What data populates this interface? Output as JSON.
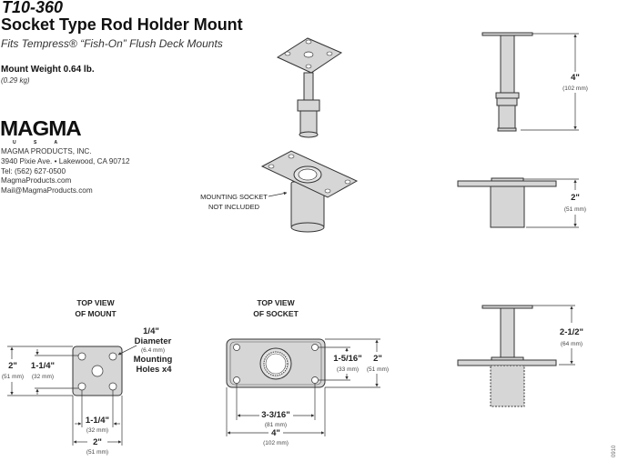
{
  "header": {
    "model": "T10-360",
    "title": "Socket Type Rod Holder Mount",
    "subtitle": "Fits Tempress® “Fish-On” Flush Deck Mounts",
    "weight": "Mount Weight 0.64 lb.",
    "weight_metric": "(0.29 kg)"
  },
  "company": {
    "logo": "MAGMA",
    "logo_sub": "U S A",
    "lines": [
      "MAGMA PRODUCTS, INC.",
      "3940 Pixie Ave. • Lakewood, CA 90712",
      "Tel: (562) 627-0500",
      "MagmaProducts.com",
      "Mail@MagmaProducts.com"
    ]
  },
  "iso": {
    "note_line1": "MOUNTING SOCKET",
    "note_line2": "NOT INCLUDED"
  },
  "side_views": [
    {
      "dim": "4\"",
      "metric": "(102 mm)"
    },
    {
      "dim": "2\"",
      "metric": "(51 mm)"
    },
    {
      "dim": "2-1/2\"",
      "metric": "(64 mm)"
    }
  ],
  "top_mount": {
    "title1": "TOP VIEW",
    "title2": "OF MOUNT",
    "height": "2\"",
    "height_mm": "(51 mm)",
    "hole_spacing_v": "1-1/4\"",
    "hole_spacing_v_mm": "(32 mm)",
    "hole_spacing_h": "1-1/4\"",
    "hole_spacing_h_mm": "(32 mm)",
    "width": "2\"",
    "width_mm": "(51 mm)",
    "hole1": "1/4\"",
    "hole2": "Diameter",
    "hole_mm": "(6.4 mm)",
    "hole3": "Mounting",
    "hole4": "Holes x4"
  },
  "top_socket": {
    "title1": "TOP VIEW",
    "title2": "OF SOCKET",
    "hole_v": "1-5/16\"",
    "hole_v_mm": "(33 mm)",
    "height": "2\"",
    "height_mm": "(51 mm)",
    "hole_h": "3-3/16\"",
    "hole_h_mm": "(81 mm)",
    "width": "4\"",
    "width_mm": "(102 mm)"
  },
  "footer_code": "0910"
}
